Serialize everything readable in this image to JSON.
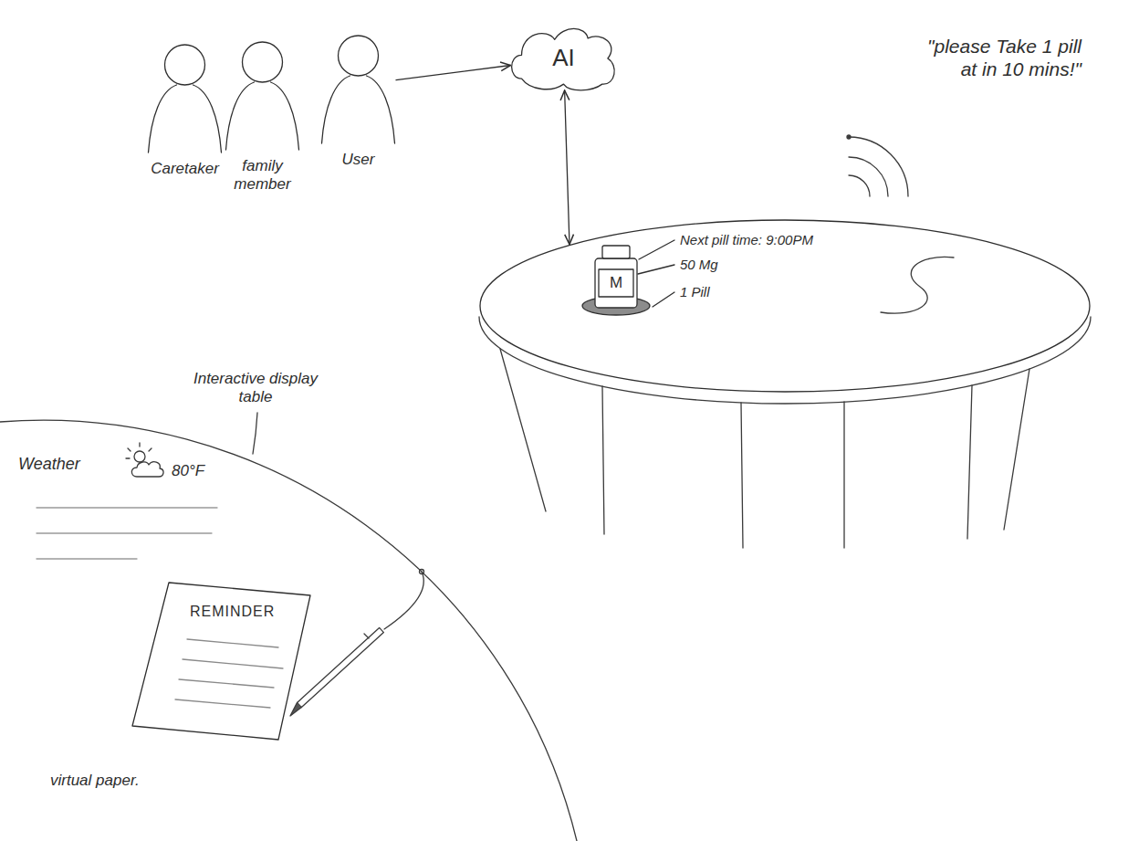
{
  "diagram": {
    "nodes": [
      {
        "text": [
          "Caretaker"
        ]
      },
      {
        "text": [
          "family member"
        ]
      },
      {
        "text": [
          "User"
        ]
      },
      {
        "text": [
          "AI"
        ]
      },
      {
        "text": [
          "Next pill time: 9:00PM",
          "50 Mg",
          "1 Pill"
        ]
      },
      {
        "text": [
          "M"
        ],
        "in": 4
      },
      {
        "text": [
          "REMINDER",
          "virtual paper."
        ]
      }
    ],
    "edges": [
      {
        "from": 2,
        "to": 3,
        "arrow": "to"
      },
      {
        "from": 3,
        "to": 4,
        "arrow": "both"
      }
    ],
    "labels": [
      "\"please Take 1 pill at in 10 mins!\"",
      "Interactive display table",
      "Weather",
      "80°F"
    ]
  }
}
